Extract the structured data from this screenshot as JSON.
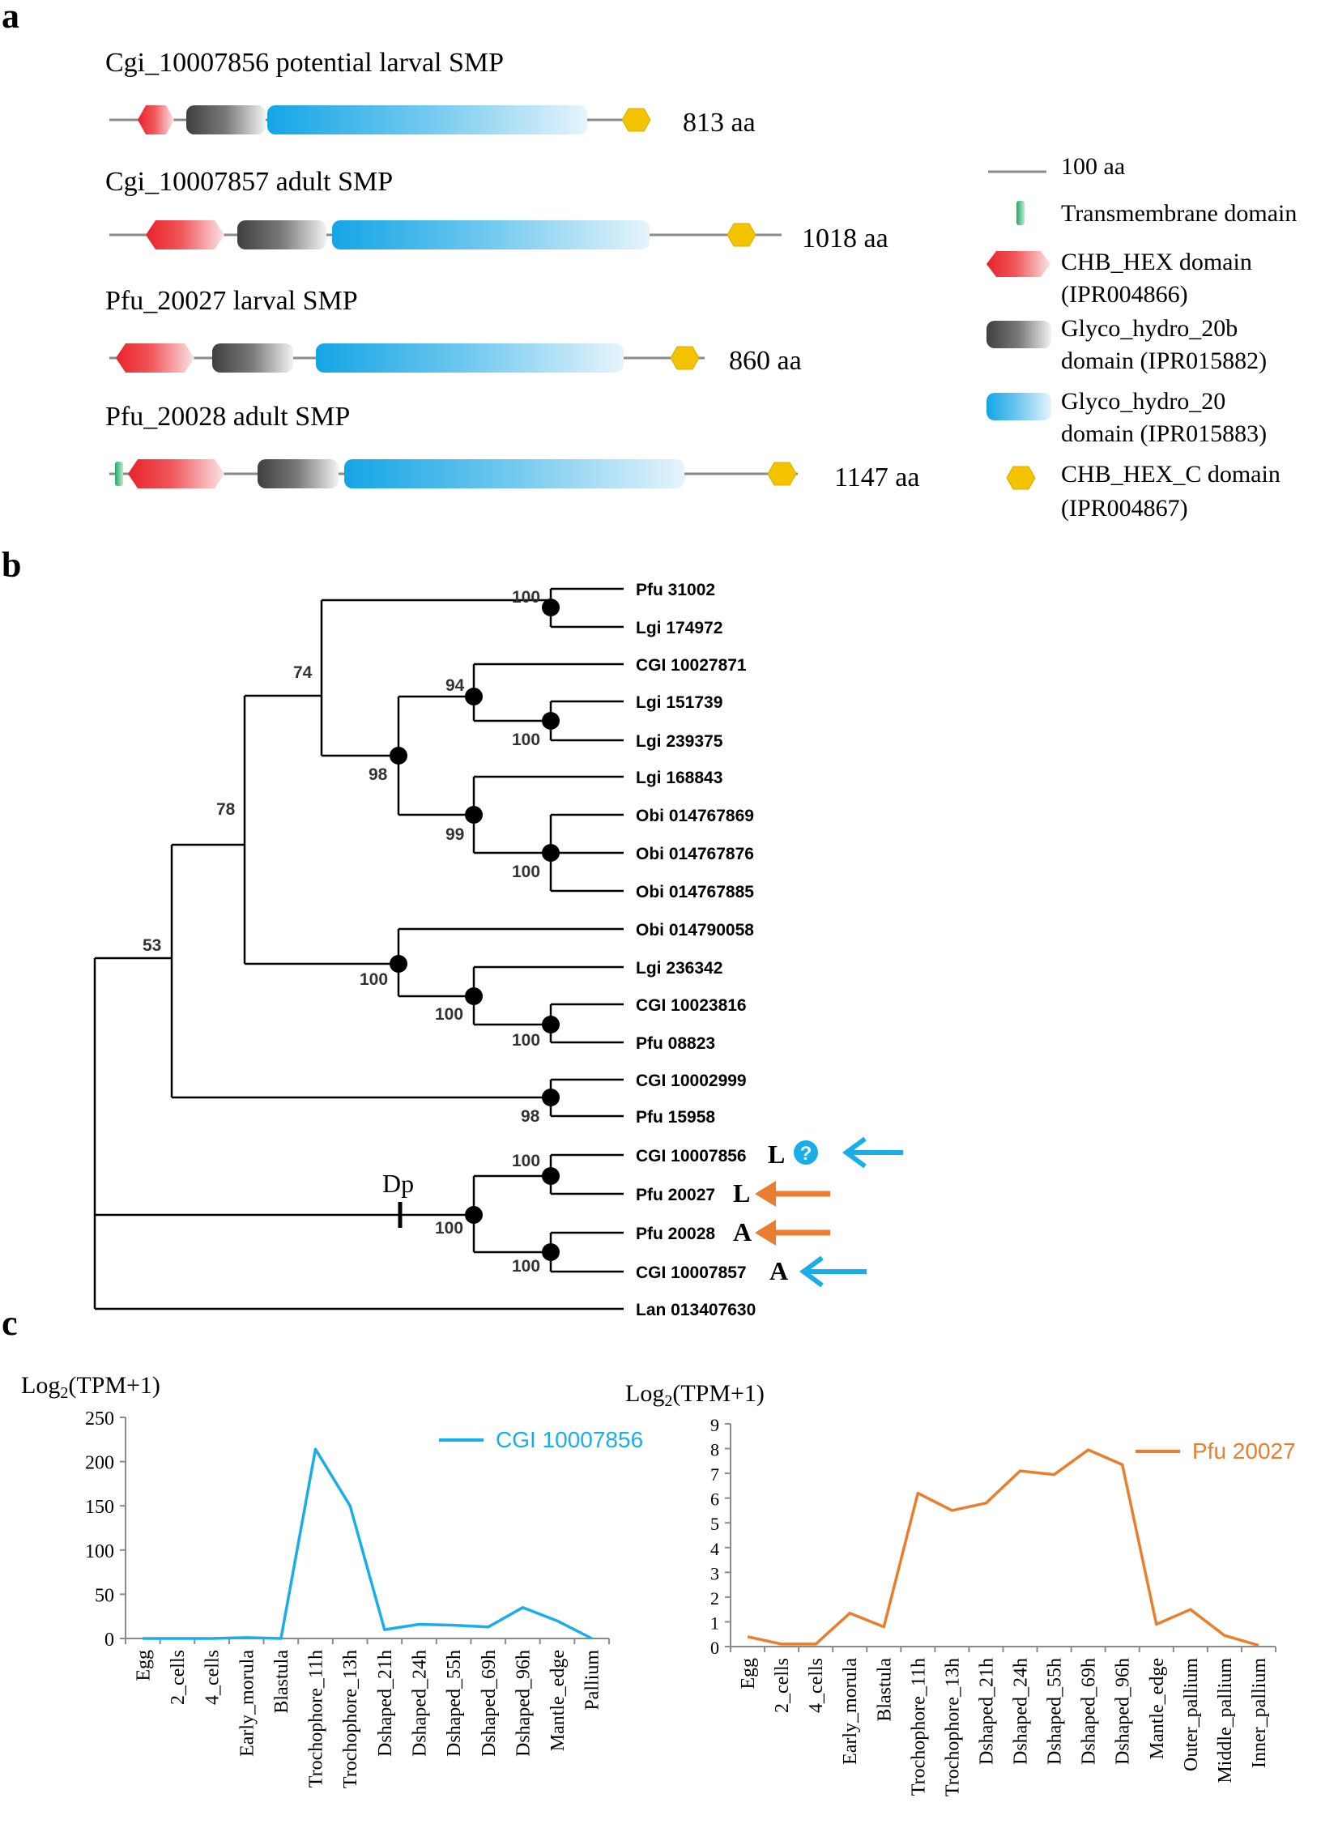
{
  "panels": {
    "a": "a",
    "b": "b",
    "c": "c"
  },
  "domain_proteins": [
    {
      "title": "Cgi_10007856  potential larval  SMP",
      "length": "813  aa"
    },
    {
      "title": "Cgi_10007857  adult  SMP",
      "length": "1018  aa"
    },
    {
      "title": "Pfu_20027 larval  SMP",
      "length": "860  aa"
    },
    {
      "title": "Pfu_20028 adult  SMP",
      "length": "1147  aa"
    }
  ],
  "domain_legend": {
    "scale": "100  aa",
    "transmembrane": "Transmembrane domain",
    "chb_hex_1": "CHB_HEX domain",
    "chb_hex_2": "(IPR004866)",
    "glyco20b_1": "Glyco_hydro_20b",
    "glyco20b_2": "domain (IPR015882)",
    "glyco20_1": "Glyco_hydro_20",
    "glyco20_2": "domain (IPR015883)",
    "chbc_1": "CHB_HEX_C domain",
    "chbc_2": "(IPR004867)"
  },
  "colors": {
    "red": "#e8232a",
    "gray": "#4a4a4a",
    "blue": "#1aa7e6",
    "yellow": "#f4c300",
    "green": "#2bb673",
    "cyan_arrow": "#1aaee8",
    "orange": "#e87e2e"
  },
  "tree": {
    "leaves": [
      "Pfu 31002",
      "Lgi 174972",
      "CGI 10027871",
      "Lgi 151739",
      "Lgi 239375",
      "Lgi 168843",
      "Obi 014767869",
      "Obi 014767876",
      "Obi 014767885",
      "Obi 014790058",
      "Lgi 236342",
      "CGI 10023816",
      "Pfu 08823",
      "CGI 10002999",
      "Pfu 15958",
      "CGI 10007856",
      "Pfu 20027",
      "Pfu 20028",
      "CGI 10007857",
      "Lan 013407630"
    ],
    "bootstrap": [
      "100",
      "74",
      "94",
      "100",
      "98",
      "99",
      "100",
      "78",
      "100",
      "100",
      "100",
      "53",
      "98",
      "100",
      "100",
      "100"
    ],
    "markers": {
      "leaf15": "L",
      "leaf16": "L",
      "leaf17": "A",
      "leaf18": "A",
      "question": "?"
    },
    "dp": "Dp"
  },
  "chart_data": [
    {
      "type": "line",
      "title": "",
      "ylabel": "Log2(TPM+1)",
      "ylabel_main": "Log",
      "ylabel_sub": "2",
      "ylabel_rest": "(TPM+1)",
      "ylim": [
        0,
        250
      ],
      "yticks": [
        "250",
        "200",
        "150",
        "100",
        "50",
        "0"
      ],
      "categories": [
        "Egg",
        "2_cells",
        "4_cells",
        "Early_morula",
        "Blastula",
        "Trochophore_11h",
        "Trochophore_13h",
        "Dshaped_21h",
        "Dshaped_24h",
        "Dshaped_55h",
        "Dshaped_69h",
        "Dshaped_96h",
        "Mantle_edge",
        "Pallium"
      ],
      "series": [
        {
          "name": "CGI  10007856",
          "color": "#1aaee8",
          "values": [
            0,
            0,
            0,
            1,
            0,
            214,
            150,
            10,
            16,
            15,
            13,
            35,
            20,
            0
          ]
        }
      ]
    },
    {
      "type": "line",
      "title": "",
      "ylabel": "Log2(TPM+1)",
      "ylabel_main": "Log",
      "ylabel_sub": "2",
      "ylabel_rest": "(TPM+1)",
      "ylim": [
        0,
        9
      ],
      "yticks": [
        "9",
        "8",
        "7",
        "6",
        "5",
        "4",
        "3",
        "2",
        "1",
        "0"
      ],
      "categories": [
        "Egg",
        "2_cells",
        "4_cells",
        "Early_morula",
        "Blastula",
        "Trochophore_11h",
        "Trochophore_13h",
        "Dshaped_21h",
        "Dshaped_24h",
        "Dshaped_55h",
        "Dshaped_69h",
        "Dshaped_96h",
        "Mantle_edge",
        "Outer_pallium",
        "Middle_pallium",
        "Inner_pallium"
      ],
      "series": [
        {
          "name": "Pfu  20027",
          "color": "#e87e2e",
          "values": [
            0.4,
            0.1,
            0.1,
            1.35,
            0.8,
            6.2,
            5.5,
            5.8,
            7.1,
            6.95,
            7.95,
            7.35,
            0.9,
            1.5,
            0.45,
            0.05
          ]
        }
      ]
    }
  ]
}
